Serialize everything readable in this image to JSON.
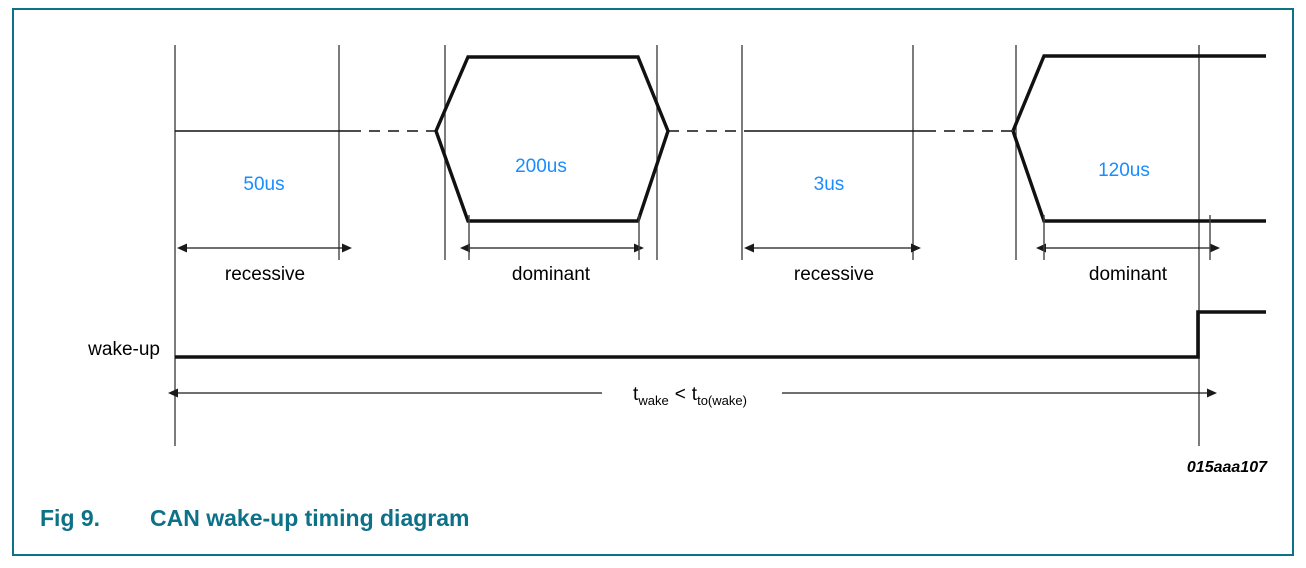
{
  "figure": {
    "caption_number": "Fig 9.",
    "caption_title": "CAN wake-up timing diagram",
    "diagram_id": "015aaa107",
    "border_color": "#0d7188",
    "caption_color": "#0d7188",
    "annotation_color": "#1a8cff",
    "signal_color": "#000000"
  },
  "signals": {
    "bus_label": "",
    "wakeup_label": "wake-up"
  },
  "timing_label": {
    "lhs_base": "t",
    "lhs_sub": "wake",
    "operator": "<",
    "rhs_base": "t",
    "rhs_sub": "to(wake)",
    "full_text": "twake < tto(wake)"
  },
  "segments": [
    {
      "id": "seg-1",
      "duration": "50us",
      "state": "recessive",
      "x_start": 173,
      "x_end": 337
    },
    {
      "id": "seg-2",
      "duration": "200us",
      "state": "dominant",
      "x_start": 455,
      "x_end": 625
    },
    {
      "id": "seg-3",
      "duration": "3us",
      "state": "recessive",
      "x_start": 740,
      "x_end": 911
    },
    {
      "id": "seg-4",
      "duration": "120us",
      "state": "dominant",
      "x_start": 1030,
      "x_end": 1196
    }
  ],
  "chart_data": {
    "type": "line",
    "title": "CAN wake-up timing diagram",
    "xlabel": "",
    "ylabel": "",
    "grid": false,
    "legend": "none",
    "series": [
      {
        "name": "CAN bus",
        "levels": [
          "recessive",
          "dominant",
          "recessive",
          "dominant"
        ],
        "durations": [
          "50us",
          "200us",
          "3us",
          "120us"
        ]
      },
      {
        "name": "wake-up",
        "levels": [
          "low",
          "high"
        ],
        "transition_note": "rises at end of t_wake"
      }
    ],
    "annotations": [
      "50us",
      "200us",
      "3us",
      "120us",
      "recessive",
      "dominant",
      "recessive",
      "dominant",
      "twake < tto(wake)",
      "wake-up",
      "015aaa107"
    ]
  }
}
